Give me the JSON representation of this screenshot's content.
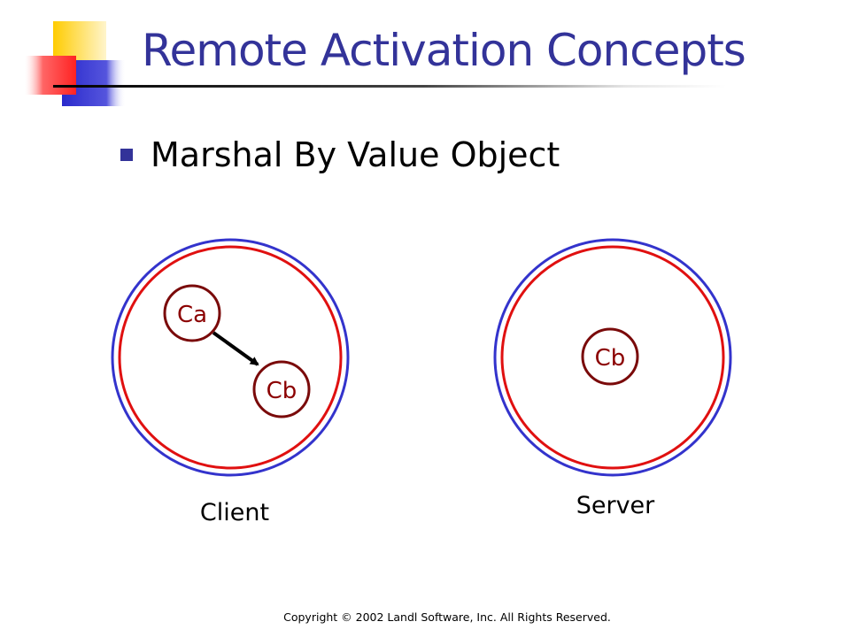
{
  "slide": {
    "title": "Remote Activation Concepts",
    "bullet": "Marshal By Value Object",
    "footer": "Copyright © 2002 Landl Software, Inc. All Rights Reserved."
  },
  "diagram": {
    "client": {
      "label": "Client",
      "objects": [
        "Ca",
        "Cb"
      ]
    },
    "server": {
      "label": "Server",
      "objects": [
        "Cb"
      ]
    },
    "reference": {
      "from": "Ca",
      "to": "Cb"
    }
  },
  "colors": {
    "title": "#333399",
    "outer_ring": "#3333cc",
    "inner_ring": "#e01010",
    "object_border": "#7a0a0a",
    "object_text": "#8b0000",
    "deco_yellow": "#ffcc00",
    "deco_red": "#ff3333",
    "deco_blue": "#3333cc"
  }
}
